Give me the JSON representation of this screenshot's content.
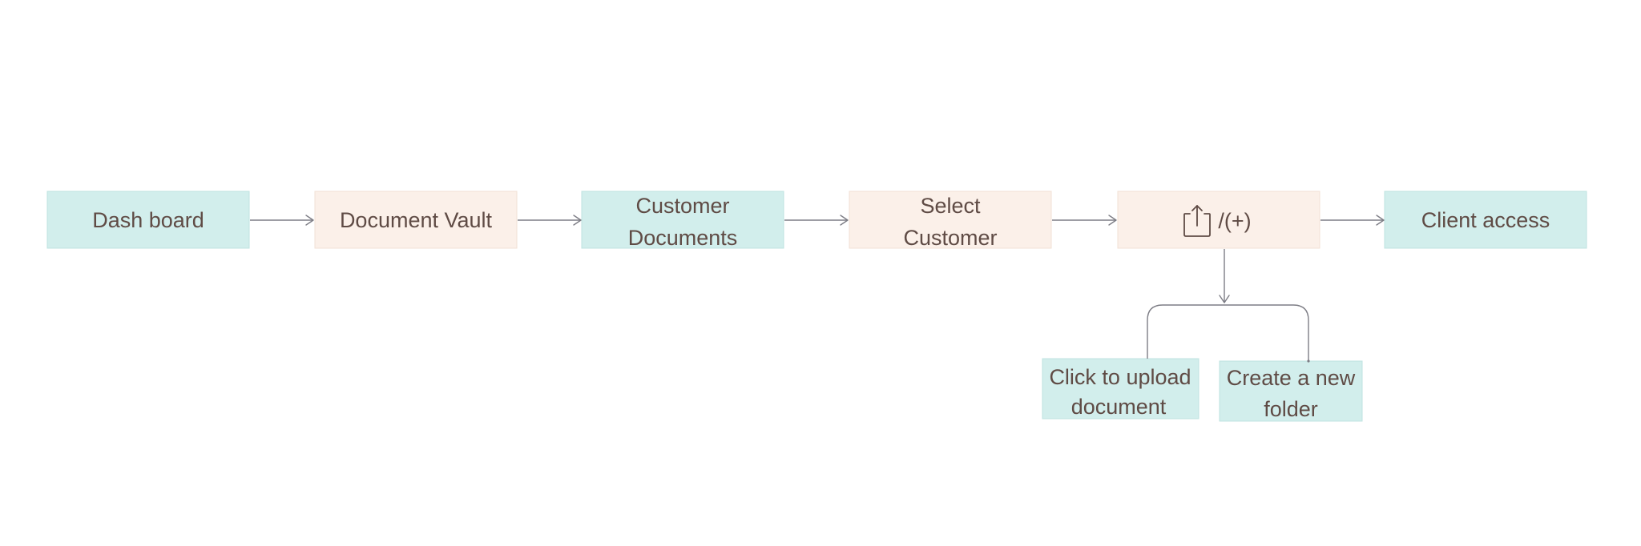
{
  "colors": {
    "teal_fill": "#d2eeec",
    "teal_stroke": "#bfe3e0",
    "peach_fill": "#fbf0e9",
    "peach_stroke": "#f1e0d5",
    "text": "#5f4b45",
    "connector": "#7d7d85"
  },
  "nodes": {
    "dashboard": {
      "lines": [
        "Dash board"
      ]
    },
    "document_vault": {
      "lines": [
        "Document Vault"
      ]
    },
    "customer_documents": {
      "lines": [
        "Customer",
        "Documents"
      ]
    },
    "select_customer": {
      "lines": [
        "Select",
        "Customer"
      ]
    },
    "upload_add": {
      "icon": "share-upload-icon",
      "suffix": "/(+)"
    },
    "client_access": {
      "lines": [
        "Client access"
      ]
    },
    "click_to_upload": {
      "lines": [
        "Click to upload",
        "document"
      ]
    },
    "create_folder": {
      "lines": [
        "Create a new",
        "folder"
      ]
    }
  }
}
